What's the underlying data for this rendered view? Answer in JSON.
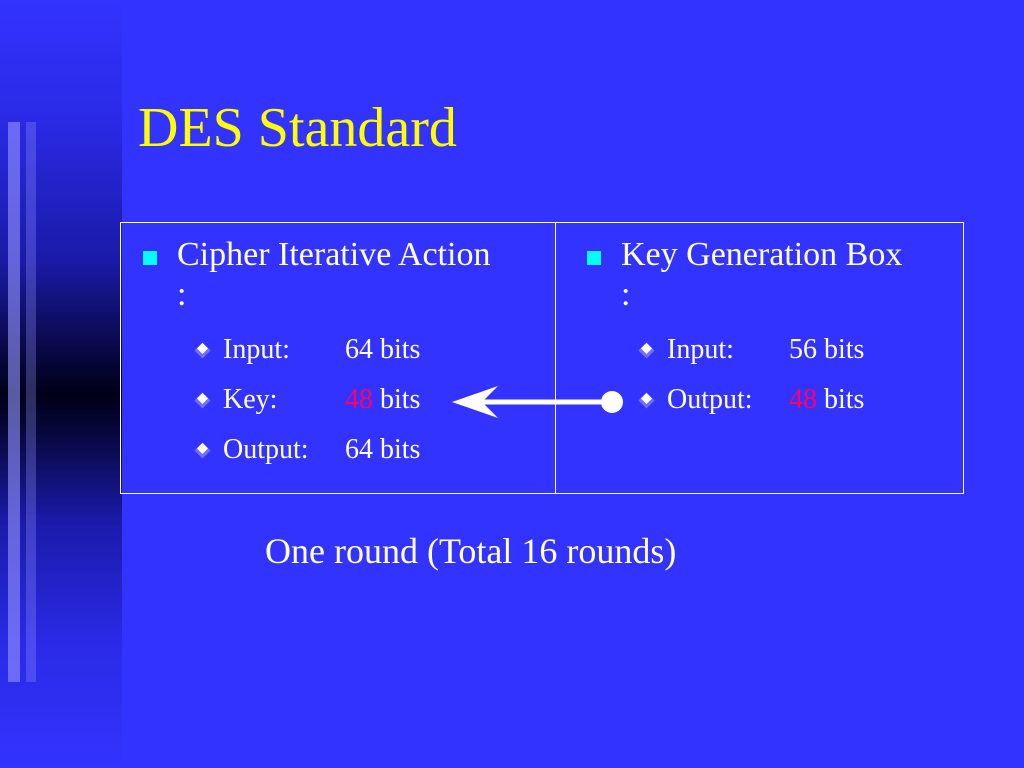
{
  "slide": {
    "title": "DES Standard",
    "caption": "One round (Total 16 rounds)"
  },
  "left_column": {
    "heading": "Cipher Iterative Action",
    "heading_suffix": ":",
    "items": [
      {
        "label": "Input:",
        "number": "",
        "value": "64 bits"
      },
      {
        "label": "Key:",
        "number": "48",
        "value": " bits"
      },
      {
        "label": "Output:",
        "number": "",
        "value": "64 bits"
      }
    ]
  },
  "right_column": {
    "heading": "Key Generation Box",
    "heading_suffix": ":",
    "items": [
      {
        "label": "Input:",
        "number": "",
        "value": "56 bits"
      },
      {
        "label": "Output:",
        "number": "48",
        "value": " bits"
      }
    ]
  },
  "colors": {
    "background": "#3333ff",
    "title": "#ffff00",
    "bullet": "#00ffff",
    "highlight": "#ff0066",
    "text": "#ffffff"
  },
  "icons": {
    "section_bullet": "square-bullet-icon",
    "item_bullet": "diamond-bullet-icon",
    "connector": "arrow-left-icon"
  }
}
